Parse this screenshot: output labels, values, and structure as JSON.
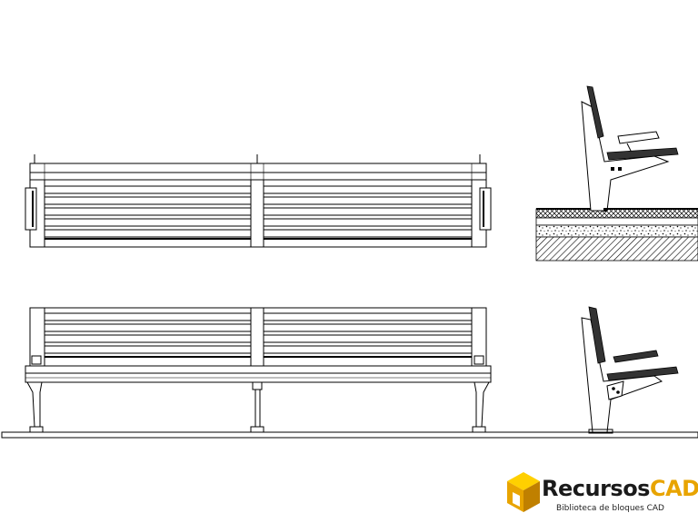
{
  "logo": {
    "word_part1": "Recursos",
    "word_part2": "CAD",
    "tagline": "Biblioteca de bloques CAD",
    "colors": {
      "dark": "#1a1a1a",
      "accent": "#e8a400",
      "cube_light": "#ffd000",
      "cube_dark": "#c08000"
    }
  },
  "views": [
    "front-elevation-top",
    "side-section-top",
    "front-elevation-bottom",
    "side-section-bottom"
  ]
}
